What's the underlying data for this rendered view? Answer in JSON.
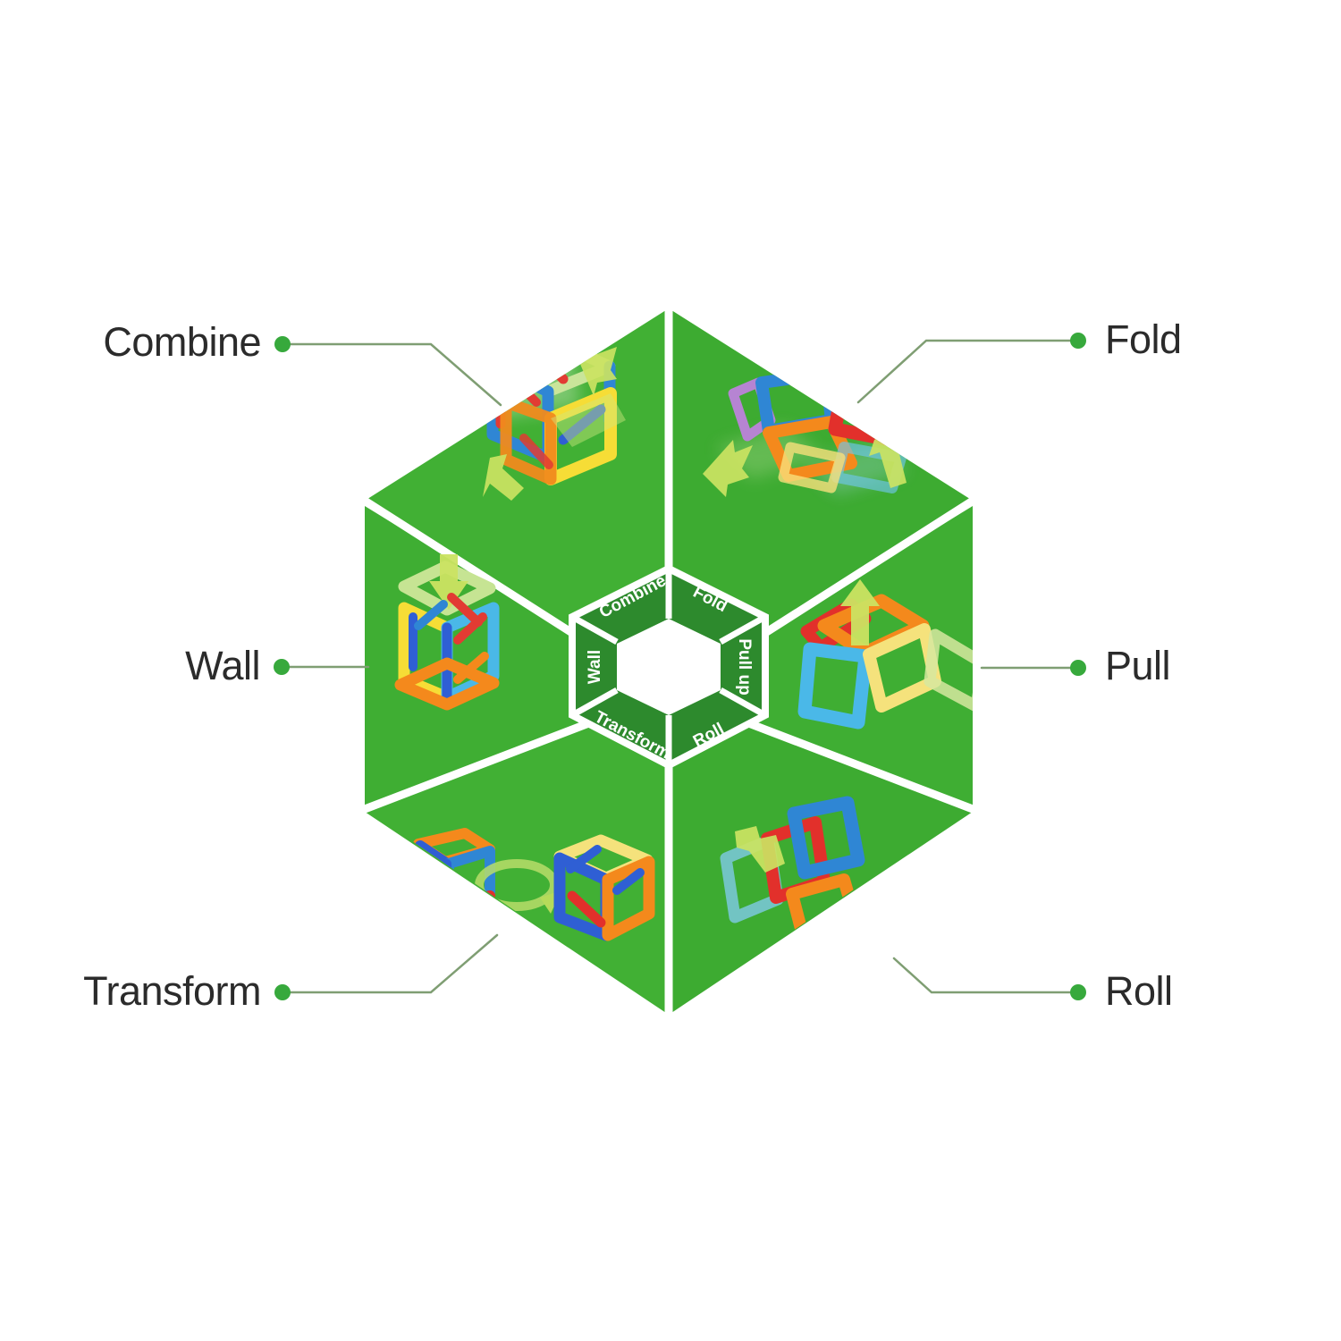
{
  "diagram": {
    "title": "Magnetic Tile Play Methods Hexagon",
    "shape": "hexagon",
    "segment_count": 6,
    "colors": {
      "sector_green": "#3eaf33",
      "sector_green_alt": "#45b338",
      "inner_ring_green": "#2c8a2c",
      "divider_white": "#ffffff",
      "leader_line": "#7a9c6e",
      "leader_dot": "#37a93c",
      "label_text": "#2b2b2b",
      "arrow_green": "#c2e05a",
      "tile_blue": "#2f7fd0",
      "tile_red": "#e03030",
      "tile_orange": "#f08020",
      "tile_yellow": "#f5d82a",
      "tile_cyan": "#4ab8e8",
      "tile_purple": "#b07ad0",
      "tile_lightgreen": "#c8e08a"
    },
    "outer_labels": [
      {
        "id": "combine",
        "text": "Combine",
        "side": "left",
        "position": "top-left"
      },
      {
        "id": "fold",
        "text": "Fold",
        "side": "right",
        "position": "top-right"
      },
      {
        "id": "wall",
        "text": "Wall",
        "side": "left",
        "position": "middle-left"
      },
      {
        "id": "pull",
        "text": "Pull",
        "side": "right",
        "position": "middle-right"
      },
      {
        "id": "transform",
        "text": "Transform",
        "side": "left",
        "position": "bottom-left"
      },
      {
        "id": "roll",
        "text": "Roll",
        "side": "right",
        "position": "bottom-right"
      }
    ],
    "inner_ring_labels": [
      {
        "id": "combine",
        "text": "Combine",
        "position": "top-left"
      },
      {
        "id": "fold",
        "text": "Fold",
        "position": "top-right"
      },
      {
        "id": "pull-up",
        "text": "Pull up",
        "position": "right"
      },
      {
        "id": "roll",
        "text": "Roll",
        "position": "bottom-right"
      },
      {
        "id": "transform",
        "text": "Transform",
        "position": "bottom-left"
      },
      {
        "id": "wall",
        "text": "Wall",
        "position": "left"
      }
    ],
    "sectors": [
      {
        "id": "combine",
        "inner_label": "Combine",
        "outer_label": "Combine",
        "illustration": "two-magnetic-cubes-combining-with-arrows"
      },
      {
        "id": "fold",
        "inner_label": "Fold",
        "outer_label": "Fold",
        "illustration": "flat-tiles-folding-up-with-arrows"
      },
      {
        "id": "pull-up",
        "inner_label": "Pull up",
        "outer_label": "Pull",
        "illustration": "tiles-pulled-upward-with-arrow"
      },
      {
        "id": "roll",
        "inner_label": "Roll",
        "outer_label": "Roll",
        "illustration": "chain-of-tiles-rolling-with-arrow"
      },
      {
        "id": "transform",
        "inner_label": "Transform",
        "outer_label": "Transform",
        "illustration": "hourglass-shape-turning-into-cube-with-rotation-arrow"
      },
      {
        "id": "wall",
        "inner_label": "Wall",
        "outer_label": "Wall",
        "illustration": "tall-cube-wall-with-downward-arrow"
      }
    ]
  }
}
